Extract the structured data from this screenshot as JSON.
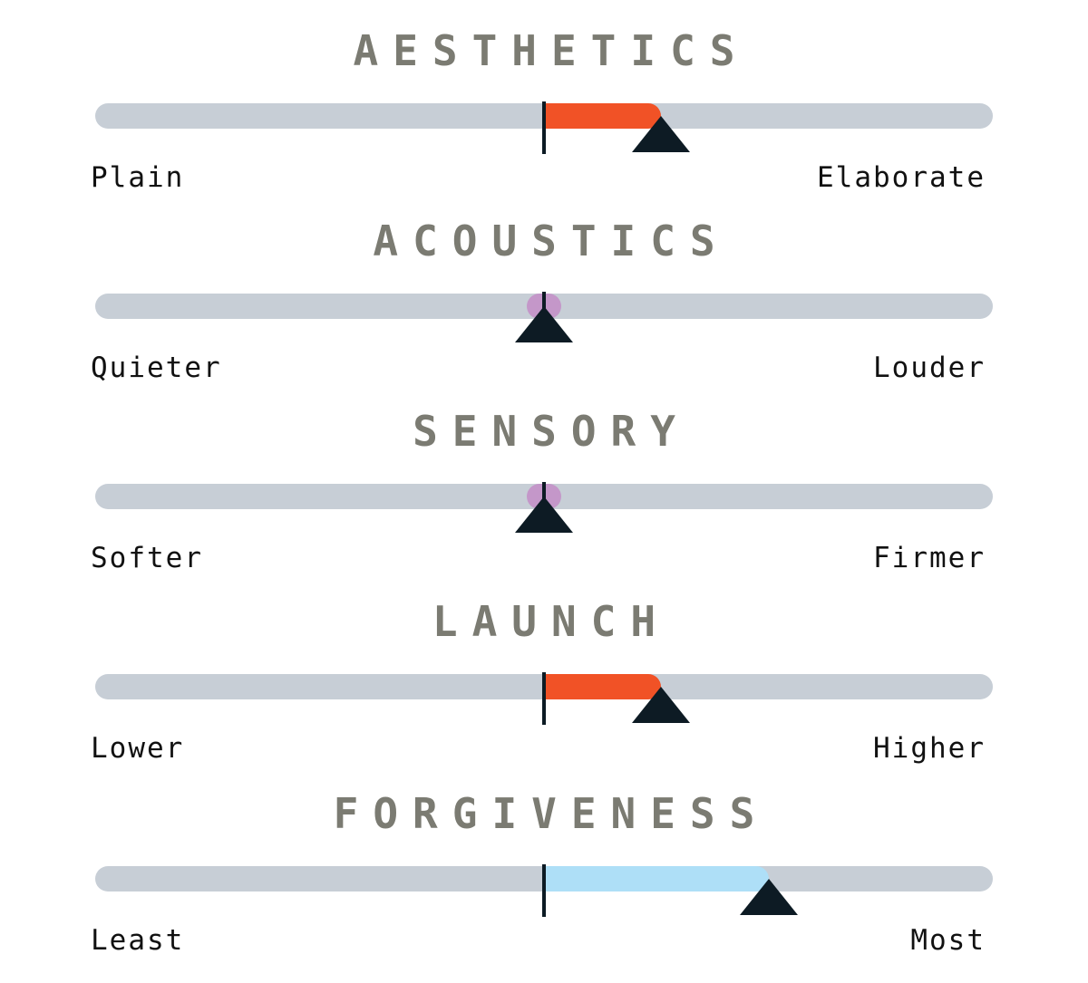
{
  "colors": {
    "track": "#c7ced6",
    "warm_fill": "#f15226",
    "cool_fill": "#aedff7",
    "neutral_dot": "#c497c9",
    "marker": "#0d1b24",
    "title": "#7b7b72"
  },
  "sliders": [
    {
      "title": "AESTHETICS",
      "left_label": "Plain",
      "right_label": "Elaborate",
      "value": 0.63,
      "fill": "warm"
    },
    {
      "title": "ACOUSTICS",
      "left_label": "Quieter",
      "right_label": "Louder",
      "value": 0.5,
      "fill": "none"
    },
    {
      "title": "SENSORY",
      "left_label": "Softer",
      "right_label": "Firmer",
      "value": 0.5,
      "fill": "none"
    },
    {
      "title": "LAUNCH",
      "left_label": "Lower",
      "right_label": "Higher",
      "value": 0.63,
      "fill": "warm"
    },
    {
      "title": "FORGIVENESS",
      "left_label": "Least",
      "right_label": "Most",
      "value": 0.75,
      "fill": "cool"
    }
  ]
}
